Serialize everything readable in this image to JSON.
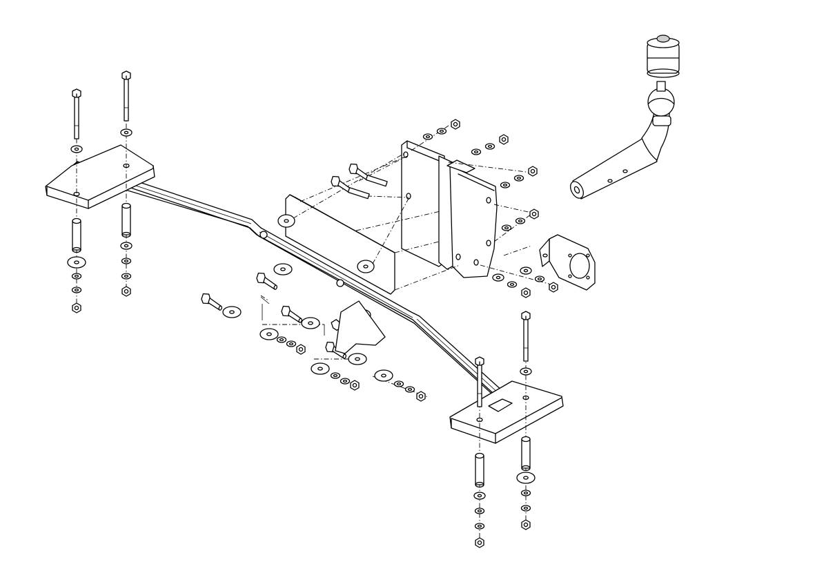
{
  "diagram": {
    "type": "exploded-assembly-drawing",
    "colors": {
      "line": "#000000",
      "background": "#ffffff",
      "shade": "#cfcfcf"
    },
    "parts": [
      "tow-bar-crossbeam",
      "left-mounting-plate",
      "right-mounting-plate",
      "center-receiver-bracket",
      "tow-ball-neck",
      "socket-plate",
      "bolts",
      "washers",
      "nuts",
      "spacer-tubes"
    ]
  }
}
